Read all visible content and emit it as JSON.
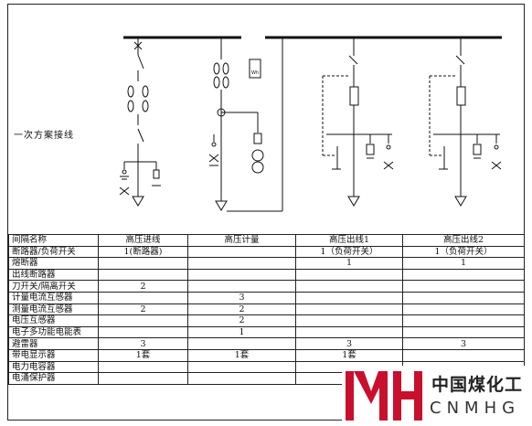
{
  "section_label": "一次方案接线",
  "table": {
    "headers": [
      "间隔名称",
      "高压进线",
      "高压计量",
      "高压出线1",
      "高压出线2"
    ],
    "rows": [
      [
        "断路器/负荷开关",
        "1(断路器)",
        "",
        "1（负荷开关）",
        "1（负荷开关）"
      ],
      [
        "熔断器",
        "",
        "",
        "1",
        "1"
      ],
      [
        "出线断路器",
        "",
        "",
        "",
        ""
      ],
      [
        "刀开关/隔离开关",
        "2",
        "",
        "",
        ""
      ],
      [
        "计量电流互感器",
        "",
        "3",
        "",
        ""
      ],
      [
        "测量电流互感器",
        "2",
        "2",
        "",
        ""
      ],
      [
        "电压互感器",
        "",
        "2",
        "",
        ""
      ],
      [
        "电子多功能电能表",
        "",
        "1",
        "",
        ""
      ],
      [
        "避雷器",
        "3",
        "",
        "3",
        "3"
      ],
      [
        "带电显示器",
        "1套",
        "1套",
        "1套",
        ""
      ],
      [
        "电力电容器",
        "",
        "",
        "",
        ""
      ],
      [
        "电涌保护器",
        "",
        "",
        "",
        ""
      ]
    ]
  },
  "logo": {
    "name_cn": "中国煤化工",
    "name_en": "CNMHG",
    "color": "#c8102e"
  },
  "meter_label": "Wh"
}
